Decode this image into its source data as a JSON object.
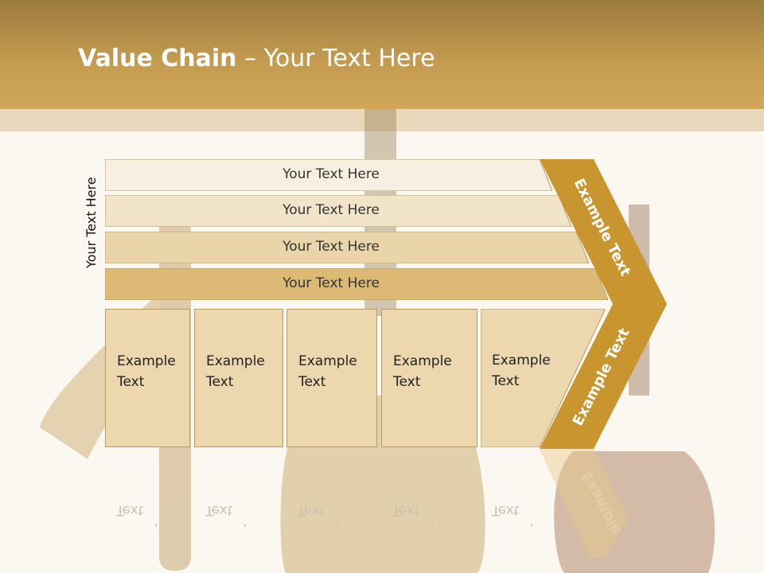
{
  "title": {
    "strong": "Value Chain",
    "rest": " – Your Text Here"
  },
  "side_label": "Your Text Here",
  "rows": [
    {
      "label": "Your Text Here"
    },
    {
      "label": "Your Text Here"
    },
    {
      "label": "Your Text Here"
    },
    {
      "label": "Your Text Here"
    }
  ],
  "boxes": [
    {
      "line1": "Example",
      "line2": "Text"
    },
    {
      "line1": "Example",
      "line2": "Text"
    },
    {
      "line1": "Example",
      "line2": "Text"
    },
    {
      "line1": "Example",
      "line2": "Text"
    },
    {
      "line1": "Example",
      "line2": "Text"
    }
  ],
  "chevron": {
    "top_text": "Example Text",
    "bottom_text": "Example Text",
    "reflect_text": "Example"
  },
  "colors": {
    "accent": "#c9952f",
    "row_fill": "#ecd7ae",
    "header": "#c39a4f"
  }
}
